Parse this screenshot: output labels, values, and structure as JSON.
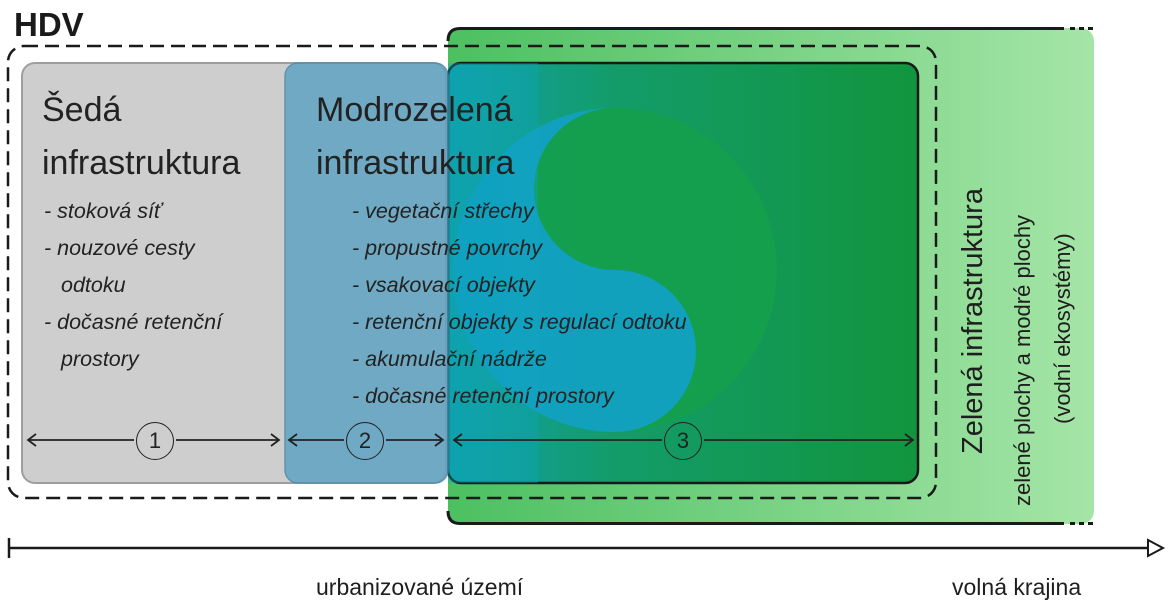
{
  "hdv_label": "HDV",
  "grey": {
    "title_line1": "Šedá",
    "title_line2": "infrastruktura",
    "items": [
      "- stoková síť",
      "- nouzové cesty",
      "odtoku",
      "- dočasné retenční",
      "prostory"
    ],
    "color": "#cecece"
  },
  "bluegreen": {
    "title_line1": "Modrozelená",
    "title_line2": "infrastruktura",
    "items": [
      "- vegetační střechy",
      "- propustné povrchy",
      "- vsakovací objekty",
      "- retenční objekty s regulací odtoku",
      "- akumulační nádrže",
      "- dočasné retenční prostory"
    ],
    "color": "#5fa3c2"
  },
  "green": {
    "title": "Zelená infrastruktura",
    "subtitle_line1": "zelené plochy a modré plochy",
    "subtitle_line2": "(vodní ekosystémy)",
    "color_dark": "#159a3f",
    "color_light": "#8edc94"
  },
  "zones": [
    "1",
    "2",
    "3"
  ],
  "axis": {
    "left_label": "urbanizované území",
    "right_label": "volná krajina"
  },
  "icons": [
    "yin-yang-icon",
    "double-arrow-icon",
    "axis-arrow-icon"
  ]
}
